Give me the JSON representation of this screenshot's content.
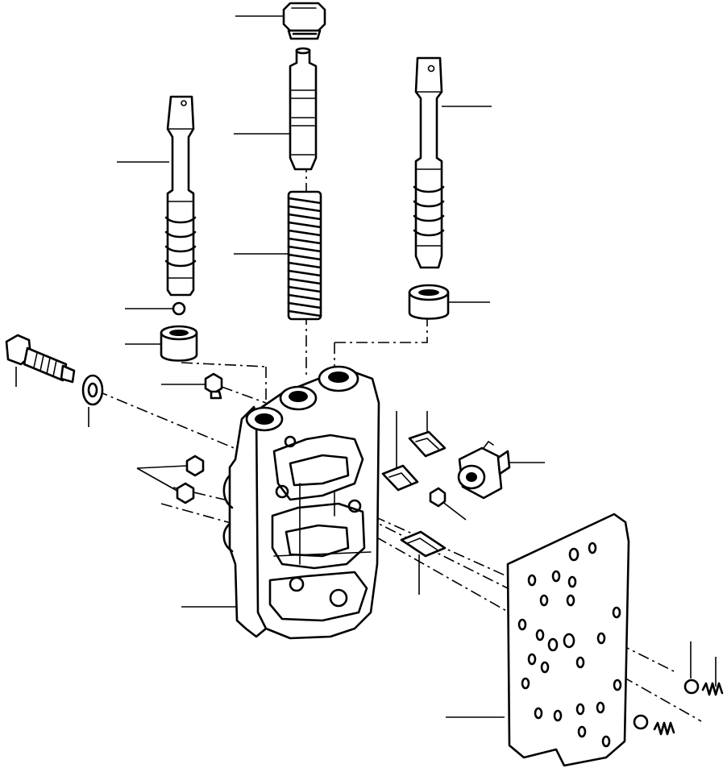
{
  "diagram": {
    "colors": {
      "ink": "#000000",
      "paper": "#ffffff"
    },
    "parts": [
      "plug",
      "spool-center",
      "spool-left",
      "spool-right",
      "spring",
      "ball-small",
      "sleeve-left",
      "sleeve-right",
      "bolt-left",
      "washer-left",
      "plug-small-top",
      "plug-small-mid-1",
      "plug-small-mid-2",
      "valve-body",
      "seal-clip-1",
      "seal-clip-2",
      "seal-clip-3",
      "solenoid-valve",
      "plug-small-right",
      "separator-plate",
      "ball-1",
      "spring-small-1",
      "ball-2",
      "spring-small-2"
    ]
  }
}
